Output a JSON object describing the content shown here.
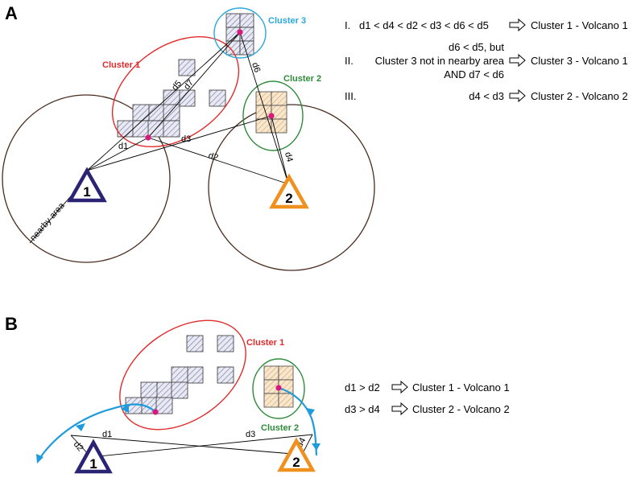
{
  "colors": {
    "volcano1": "#2b2374",
    "volcano2": "#f0901e",
    "cluster1": "#e12b2b",
    "cluster2": "#2e8b3a",
    "cluster3": "#2ba7dc",
    "centroid": "#d6197a",
    "nearby_circle": "#4a2c1f",
    "flow_arrow": "#1e9bdc",
    "hatch_blue": "#6b70a8",
    "hatch_orange": "#d99a52",
    "cell_fill_orange": "#f7e7cf"
  },
  "panel_a": {
    "label": "A",
    "volcano1": "1",
    "volcano2": "2",
    "cluster1": "Cluster 1",
    "cluster2": "Cluster 2",
    "cluster3": "Cluster 3",
    "nearby_area": "nearby area",
    "d1": "d1",
    "d2": "d2",
    "d3": "d3",
    "d4": "d4",
    "d5": "d5",
    "d6": "d6",
    "d7": "d7",
    "rules": {
      "r1_num": "I.",
      "r1_cond": "d1 < d4 < d2 < d3 < d6 < d5",
      "r1_result": "Cluster 1 - Volcano 1",
      "r2_num": "II.",
      "r2_line1": "d6 < d5, but",
      "r2_line2": "Cluster 3 not in nearby area",
      "r2_line3": "AND d7 < d6",
      "r2_result": "Cluster 3 - Volcano 1",
      "r3_num": "III.",
      "r3_cond": "d4 < d3",
      "r3_result": "Cluster 2 - Volcano 2"
    }
  },
  "panel_b": {
    "label": "B",
    "volcano1": "1",
    "volcano2": "2",
    "cluster1": "Cluster 1",
    "cluster2": "Cluster 2",
    "d1": "d1",
    "d2": "d2",
    "d3": "d3",
    "d4": "d4",
    "rules": {
      "r1_cond": "d1 > d2",
      "r1_result": "Cluster 1 - Volcano 1",
      "r2_cond": "d3 > d4",
      "r2_result": "Cluster 2 - Volcano 2"
    }
  }
}
